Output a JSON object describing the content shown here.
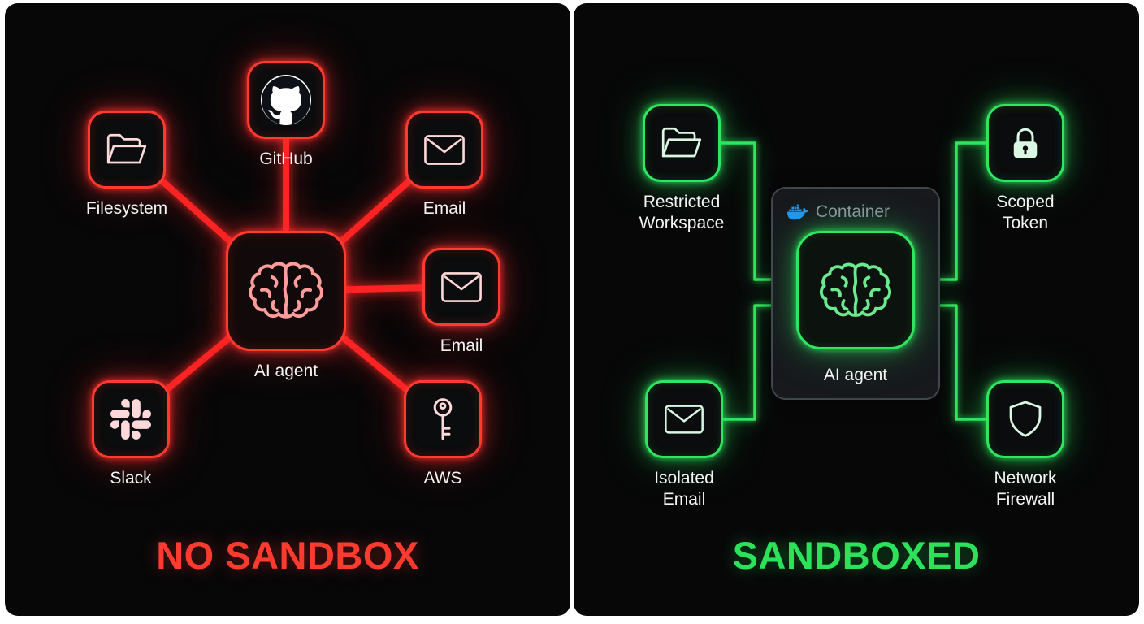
{
  "left": {
    "title": "NO SANDBOX",
    "accent": "#ff3b30",
    "agent": {
      "label": "AI agent",
      "icon": "brain-icon"
    },
    "nodes": [
      {
        "id": "filesystem",
        "label": "Filesystem",
        "icon": "folder-icon"
      },
      {
        "id": "github",
        "label": "GitHub",
        "icon": "github-icon"
      },
      {
        "id": "email-top",
        "label": "Email",
        "icon": "envelope-icon"
      },
      {
        "id": "email-right",
        "label": "Email",
        "icon": "envelope-icon"
      },
      {
        "id": "slack",
        "label": "Slack",
        "icon": "slack-icon"
      },
      {
        "id": "aws",
        "label": "AWS",
        "icon": "key-icon"
      }
    ]
  },
  "right": {
    "title": "SANDBOXED",
    "accent": "#2ee65f",
    "container_label": "Container",
    "container_icon": "docker-icon",
    "agent": {
      "label": "AI agent",
      "icon": "brain-icon"
    },
    "nodes": [
      {
        "id": "restricted-workspace",
        "label": "Restricted\nWorkspace",
        "icon": "folder-icon"
      },
      {
        "id": "scoped-token",
        "label": "Scoped\nToken",
        "icon": "lock-icon"
      },
      {
        "id": "isolated-email",
        "label": "Isolated\nEmail",
        "icon": "envelope-icon"
      },
      {
        "id": "network-firewall",
        "label": "Network\nFirewall",
        "icon": "shield-icon"
      }
    ]
  }
}
